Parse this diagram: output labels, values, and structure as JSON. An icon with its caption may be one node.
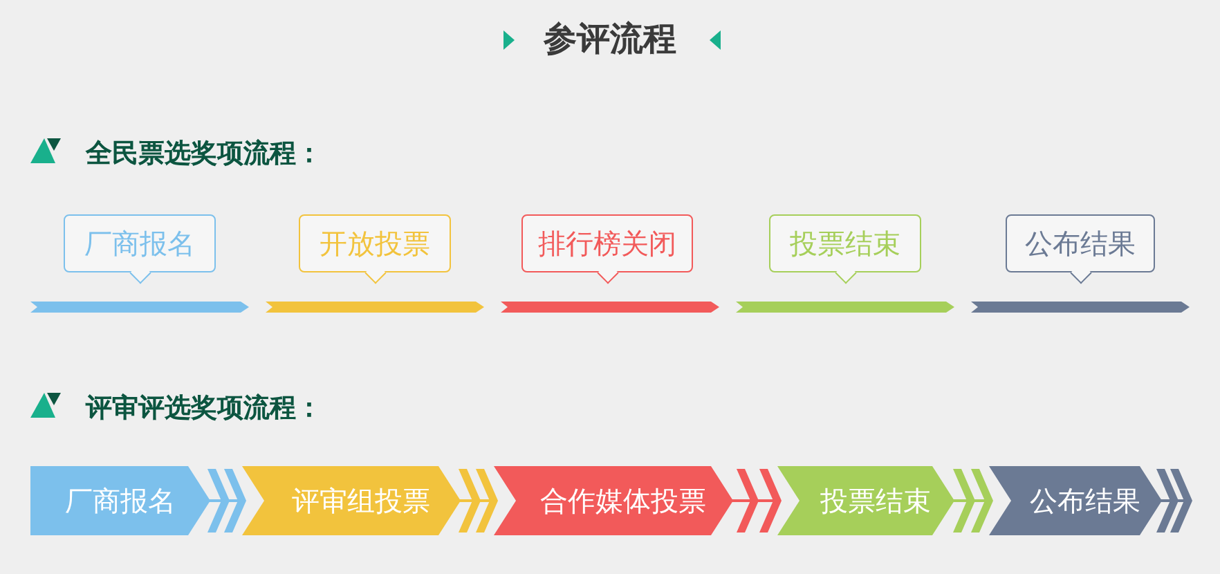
{
  "diagram": {
    "title": "参评流程",
    "nodes": [
      {
        "text": [
          "厂商报名"
        ]
      },
      {
        "text": [
          "开放投票"
        ]
      },
      {
        "text": [
          "排行榜关闭"
        ]
      },
      {
        "text": [
          "投票结束"
        ]
      },
      {
        "text": [
          "公布结果"
        ]
      },
      {
        "text": [
          "厂商报名"
        ]
      },
      {
        "text": [
          "评审组投票"
        ]
      },
      {
        "text": [
          "合作媒体投票"
        ]
      },
      {
        "text": [
          "投票结束"
        ]
      },
      {
        "text": [
          "公布结果"
        ]
      }
    ],
    "edges": [
      {
        "from": 5,
        "to": 6,
        "arrow": "to",
        "color": "#7cc0ec"
      },
      {
        "from": 6,
        "to": 7,
        "arrow": "to",
        "color": "#f2c33d"
      },
      {
        "from": 7,
        "to": 8,
        "arrow": "to",
        "color": "#f25a5a"
      },
      {
        "from": 8,
        "to": 9,
        "arrow": "to",
        "color": "#a6cf5a"
      },
      {
        "from": 9,
        "to": null,
        "arrow": "to",
        "color": "#6b7a94"
      }
    ],
    "labels": [
      "全民票选奖项流程：",
      "评审评选奖项流程："
    ]
  }
}
